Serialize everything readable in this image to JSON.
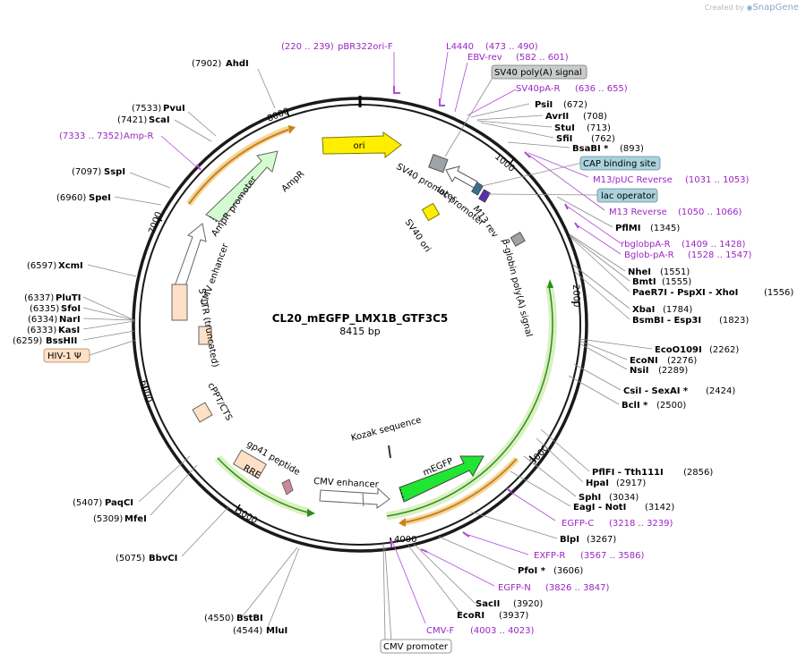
{
  "credit": {
    "prefix": "Created by",
    "brand": "SnapGene"
  },
  "plasmid": {
    "name": "CL20_mEGFP_LMX1B_GTF3C5",
    "size_label": "8415 bp"
  },
  "ticks": [
    "1000",
    "2000",
    "3000",
    "4000",
    "5000",
    "6000",
    "7000",
    "8000"
  ],
  "features": {
    "ori": "ori",
    "ampr": "AmpR",
    "ampr_promoter": "AmpR promoter",
    "cmv_enh_left": "CMV enhancer",
    "ltr": "5' LTR (truncated)",
    "cppt": "cPPT/CTS",
    "rre": "RRE",
    "gp41": "gp41 peptide",
    "cmv_enh_bottom": "CMV enhancer",
    "kozak": "Kozak sequence",
    "megfp": "mEGFP",
    "sv40_promoter": "SV40 promoter",
    "lac_promoter": "lac promoter",
    "m13_rev": "M13 rev",
    "sv40_ori": "SV40 ori",
    "bglobin": "β-globin poly(A) signal"
  },
  "boxed": {
    "sv40_polya": "SV40 poly(A) signal",
    "cap": "CAP binding site",
    "lac_op": "lac operator",
    "hiv": "HIV-1 Ψ",
    "cmv_promoter": "CMV promoter"
  },
  "enzymes": {
    "ahdi": {
      "name": "AhdI",
      "pos": "(7902)"
    },
    "pvui": {
      "name": "PvuI",
      "pos": "(7533)"
    },
    "scai": {
      "name": "ScaI",
      "pos": "(7421)"
    },
    "sspi": {
      "name": "SspI",
      "pos": "(7097)"
    },
    "spei": {
      "name": "SpeI",
      "pos": "(6960)"
    },
    "xcmi": {
      "name": "XcmI",
      "pos": "(6597)"
    },
    "plutI": {
      "name": "PluTI",
      "pos": "(6337)"
    },
    "sfoi": {
      "name": "SfoI",
      "pos": "(6335)"
    },
    "nari": {
      "name": "NarI",
      "pos": "(6334)"
    },
    "kasi": {
      "name": "KasI",
      "pos": "(6333)"
    },
    "bsshii": {
      "name": "BssHII",
      "pos": "(6259)"
    },
    "paqci": {
      "name": "PaqCI",
      "pos": "(5407)"
    },
    "mfei": {
      "name": "MfeI",
      "pos": "(5309)"
    },
    "bbvci": {
      "name": "BbvCI",
      "pos": "(5075)"
    },
    "bstbi": {
      "name": "BstBI",
      "pos": "(4550)"
    },
    "mlui": {
      "name": "MluI",
      "pos": "(4544)"
    },
    "psii": {
      "name": "PsiI",
      "pos": "(672)"
    },
    "avrii": {
      "name": "AvrII",
      "pos": "(708)"
    },
    "stui": {
      "name": "StuI",
      "pos": "(713)"
    },
    "sfii": {
      "name": "SfiI",
      "pos": "(762)"
    },
    "bsabi": {
      "name": "BsaBI *",
      "pos": "(893)"
    },
    "pflmi": {
      "name": "PflMI",
      "pos": "(1345)"
    },
    "nhei": {
      "name": "NheI",
      "pos": "(1551)"
    },
    "bmti": {
      "name": "BmtI",
      "pos": "(1555)"
    },
    "paer7i": {
      "name": "PaeR7I - PspXI - XhoI",
      "pos": "(1556)"
    },
    "xbai": {
      "name": "XbaI",
      "pos": "(1784)"
    },
    "bsmbi": {
      "name": "BsmBI - Esp3I",
      "pos": "(1823)"
    },
    "ecoo109i": {
      "name": "EcoO109I",
      "pos": "(2262)"
    },
    "econi": {
      "name": "EcoNI",
      "pos": "(2276)"
    },
    "nsii": {
      "name": "NsiI",
      "pos": "(2289)"
    },
    "csii": {
      "name": "CsiI - SexAI *",
      "pos": "(2424)"
    },
    "bcli": {
      "name": "BclI *",
      "pos": "(2500)"
    },
    "pflfi": {
      "name": "PflFI - Tth111I",
      "pos": "(2856)"
    },
    "hpai": {
      "name": "HpaI",
      "pos": "(2917)"
    },
    "sphi": {
      "name": "SphI",
      "pos": "(3034)"
    },
    "eagi": {
      "name": "EagI - NotI",
      "pos": "(3142)"
    },
    "blpi": {
      "name": "BlpI",
      "pos": "(3267)"
    },
    "pfoi": {
      "name": "PfoI *",
      "pos": "(3606)"
    },
    "sacii": {
      "name": "SacII",
      "pos": "(3920)"
    },
    "ecori": {
      "name": "EcoRI",
      "pos": "(3937)"
    }
  },
  "primers": {
    "pbr": {
      "name": "pBR322ori-F",
      "pos": "(220 .. 239)"
    },
    "l4440": {
      "name": "L4440",
      "pos": "(473 .. 490)"
    },
    "ebv": {
      "name": "EBV-rev",
      "pos": "(582 .. 601)"
    },
    "sv40pa": {
      "name": "SV40pA-R",
      "pos": "(636 .. 655)"
    },
    "m13puc": {
      "name": "M13/pUC Reverse",
      "pos": "(1031 .. 1053)"
    },
    "m13rev": {
      "name": "M13 Reverse",
      "pos": "(1050 .. 1066)"
    },
    "rbglob": {
      "name": "rbglobpA-R",
      "pos": "(1409 .. 1428)"
    },
    "bglob": {
      "name": "Bglob-pA-R",
      "pos": "(1528 .. 1547)"
    },
    "ampr": {
      "name": "Amp-R",
      "pos": "(7333 .. 7352)"
    },
    "egfpc": {
      "name": "EGFP-C",
      "pos": "(3218 .. 3239)"
    },
    "exfp": {
      "name": "EXFP-R",
      "pos": "(3567 .. 3586)"
    },
    "egfpn": {
      "name": "EGFP-N",
      "pos": "(3826 .. 3847)"
    },
    "cmvf": {
      "name": "CMV-F",
      "pos": "(4003 .. 4023)"
    }
  }
}
